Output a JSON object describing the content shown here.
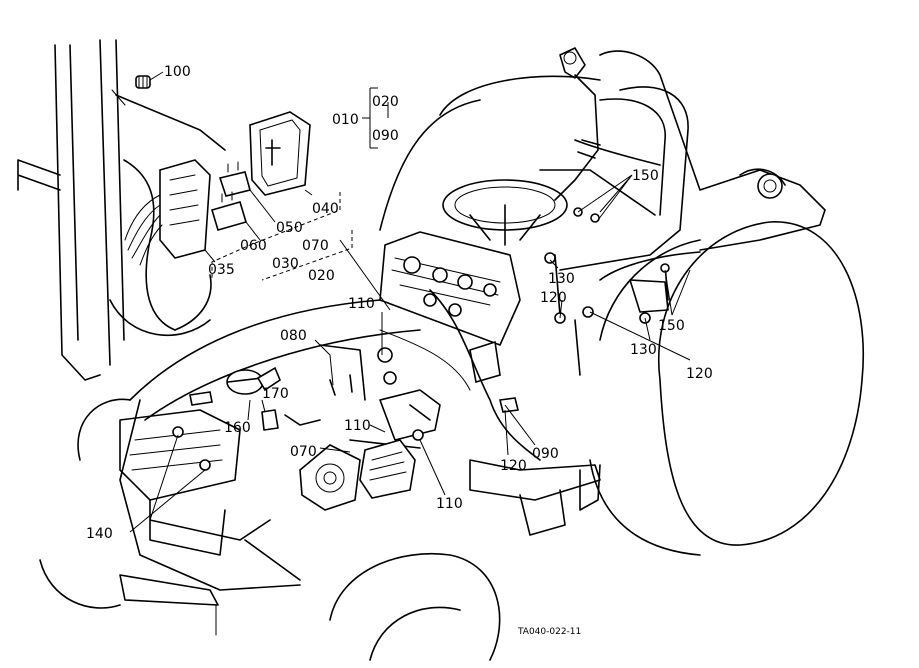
{
  "diagram": {
    "code": "TA040-022-11",
    "callouts": [
      {
        "id": "c100",
        "text": "100"
      },
      {
        "id": "c020a",
        "text": "020"
      },
      {
        "id": "c010",
        "text": "010"
      },
      {
        "id": "c090a",
        "text": "090"
      },
      {
        "id": "c150a",
        "text": "150"
      },
      {
        "id": "c040",
        "text": "040"
      },
      {
        "id": "c050",
        "text": "050"
      },
      {
        "id": "c060",
        "text": "060"
      },
      {
        "id": "c070a",
        "text": "070"
      },
      {
        "id": "c030",
        "text": "030"
      },
      {
        "id": "c020b",
        "text": "020"
      },
      {
        "id": "c035",
        "text": "035"
      },
      {
        "id": "c130a",
        "text": "130"
      },
      {
        "id": "c120a",
        "text": "120"
      },
      {
        "id": "c150b",
        "text": "150"
      },
      {
        "id": "c110a",
        "text": "110"
      },
      {
        "id": "c130b",
        "text": "130"
      },
      {
        "id": "c080",
        "text": "080"
      },
      {
        "id": "c120b",
        "text": "120"
      },
      {
        "id": "c170",
        "text": "170"
      },
      {
        "id": "c160",
        "text": "160"
      },
      {
        "id": "c110b",
        "text": "110"
      },
      {
        "id": "c070b",
        "text": "070"
      },
      {
        "id": "c090b",
        "text": "090"
      },
      {
        "id": "c120c",
        "text": "120"
      },
      {
        "id": "c110c",
        "text": "110"
      },
      {
        "id": "c140",
        "text": "140"
      }
    ]
  }
}
